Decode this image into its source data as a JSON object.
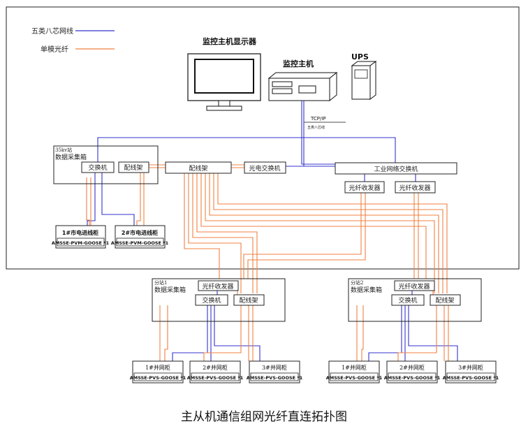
{
  "legend": {
    "cat5e_label": "五类八芯网线",
    "singlemode_label": "单模光纤"
  },
  "colors": {
    "network_cable": "#3333cc",
    "fiber": "#f08040",
    "outline": "#222222"
  },
  "monitor_display": {
    "label": "监控主机显示器"
  },
  "host": {
    "label": "监控主机"
  },
  "ups": {
    "label": "UPS"
  },
  "tcp_ip": {
    "label": "TCP/IP",
    "sublabel": "五类八芯线"
  },
  "main_station": {
    "title": "35kv站",
    "box_label": "数据采集箱",
    "switch_label": "交换机",
    "patch_label": "配线架"
  },
  "patch_main": {
    "label": "配线架"
  },
  "optical_switch": {
    "label": "光电交换机"
  },
  "industrial_switch": {
    "label": "工业网络交换机"
  },
  "transceiver_1": {
    "label": "光纤收发器"
  },
  "transceiver_2": {
    "label": "光纤收发器"
  },
  "main_cabinets": [
    {
      "name": "1#市电进线柜",
      "model": "AMSSE-PVM-GOOSE *1"
    },
    {
      "name": "2#市电进线柜",
      "model": "AMSSE-PVM-GOOSE *1"
    }
  ],
  "substation_1": {
    "title": "分站1",
    "box_label": "数据采集箱",
    "transceiver_label": "光纤收发器",
    "switch_label": "交换机",
    "patch_label": "配线架",
    "cabinets": [
      {
        "name": "1#并网柜",
        "model": "AMSSE-PVS-GOOSE *1"
      },
      {
        "name": "2#并网柜",
        "model": "AMSSE-PVS-GOOSE *1"
      },
      {
        "name": "3#并网柜",
        "model": "AMSSE-PVS-GOOSE *1"
      }
    ]
  },
  "substation_2": {
    "title": "分站2",
    "box_label": "数据采集箱",
    "transceiver_label": "光纤收发器",
    "switch_label": "交换机",
    "patch_label": "配线架",
    "cabinets": [
      {
        "name": "1#并网柜",
        "model": "AMSSE-PVS-GOOSE *1"
      },
      {
        "name": "2#并网柜",
        "model": "AMSSE-PVS-GOOSE *1"
      },
      {
        "name": "3#并网柜",
        "model": "AMSSE-PVS-GOOSE *1"
      }
    ]
  },
  "caption": "主从机通信组网光纤直连拓扑图"
}
